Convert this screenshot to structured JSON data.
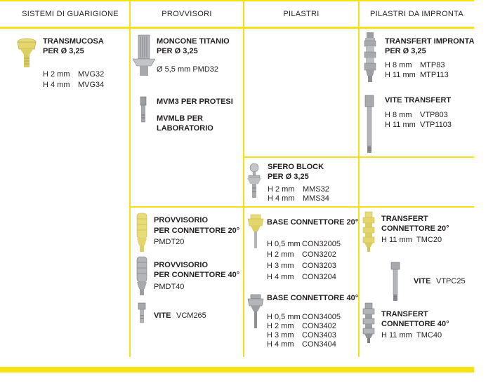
{
  "headers": {
    "col1": "SISTEMI DI GUARIGIONE",
    "col2": "PROVVISORI",
    "col3": "PILASTRI",
    "col4": "PILASTRI DA IMPRONTA"
  },
  "transmucosa": {
    "title1": "TRANSMUCOSA",
    "title2": "PER Ø  3,25",
    "rows": [
      {
        "size": "H 2 mm",
        "code": "MVG32"
      },
      {
        "size": "H 4 mm",
        "code": "MVG34"
      }
    ]
  },
  "moncone": {
    "title1": "MONCONE TITANIO",
    "title2": "PER Ø  3,25",
    "spec": "Ø 5,5 mm PMD32"
  },
  "mvm3": {
    "title": "MVM3 PER PROTESI",
    "sub1": "MVMLB PER",
    "sub2": "LABORATORIO"
  },
  "transfert_impronta": {
    "title1": "TRANSFERT IMPRONTA",
    "title2": "PER Ø  3,25",
    "rows": [
      {
        "size": "H 8 mm",
        "code": "MTP83"
      },
      {
        "size": "H 11 mm",
        "code": "MTP113"
      }
    ]
  },
  "vite_transfert": {
    "title": "VITE TRANSFERT",
    "rows": [
      {
        "size": "H 8 mm",
        "code": "VTP803"
      },
      {
        "size": "H 11 mm",
        "code": "VTP1103"
      }
    ]
  },
  "sfero_block": {
    "title1": "SFERO BLOCK",
    "title2": "PER Ø 3,25",
    "rows": [
      {
        "size": "H 2 mm",
        "code": "MMS32"
      },
      {
        "size": "H 4 mm",
        "code": "MMS34"
      }
    ]
  },
  "provvisorio20": {
    "title1": "PROVVISORIO",
    "title2": "PER CONNETTORE 20°",
    "code": "PMDT20"
  },
  "provvisorio40": {
    "title1": "PROVVISORIO",
    "title2": "PER CONNETTORE 40°",
    "code": "PMDT40"
  },
  "vite_vcm": {
    "label": "VITE",
    "code": "VCM265"
  },
  "base20": {
    "title": "BASE CONNETTORE 20°",
    "rows": [
      {
        "size": "H 0,5 mm",
        "code": "CON32005"
      },
      {
        "size": "H 2 mm",
        "code": "CON3202"
      },
      {
        "size": "H 3 mm",
        "code": "CON3203"
      },
      {
        "size": "H 4 mm",
        "code": "CON3204"
      }
    ]
  },
  "base40": {
    "title": "BASE CONNETTORE 40°",
    "rows": [
      {
        "size": "H 0,5 mm",
        "code": "CON34005"
      },
      {
        "size": "H 2 mm",
        "code": "CON3402"
      },
      {
        "size": "H 3 mm",
        "code": "CON3403"
      },
      {
        "size": "H 4 mm",
        "code": "CON3404"
      }
    ]
  },
  "transfert20": {
    "title1": "TRANSFERT",
    "title2": "CONNETTORE 20°",
    "size": "H 11 mm",
    "code": "TMC20"
  },
  "vite_vtpc": {
    "label": "VITE",
    "code": "VTPC25"
  },
  "transfert40": {
    "title1": "TRANSFERT",
    "title2": "CONNETTORE 40°",
    "size": "H 11 mm",
    "code": "TMC40"
  },
  "colors": {
    "accent": "#f5e212",
    "yellow_part": "#e8db7a",
    "metal": "#a7a9ac",
    "dark_metal": "#6d6e71"
  }
}
